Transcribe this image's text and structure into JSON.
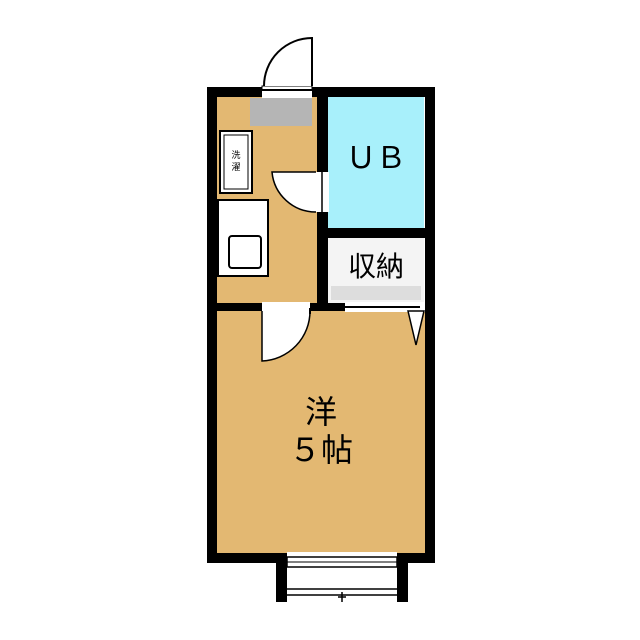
{
  "rooms": {
    "unit_bath": {
      "label": "ＵＢ"
    },
    "storage": {
      "label": "収納"
    },
    "western_room": {
      "label_line1": "洋",
      "label_line2": "５帖"
    },
    "washer": {
      "label_line1": "洗",
      "label_line2": "濯"
    }
  },
  "colors": {
    "floor_wood": "#E3B872",
    "bath_blue": "#A8F0FB",
    "wall": "#000000",
    "storage_floor": "#F4F4F4",
    "vent_gray": "#B5B5B5"
  }
}
